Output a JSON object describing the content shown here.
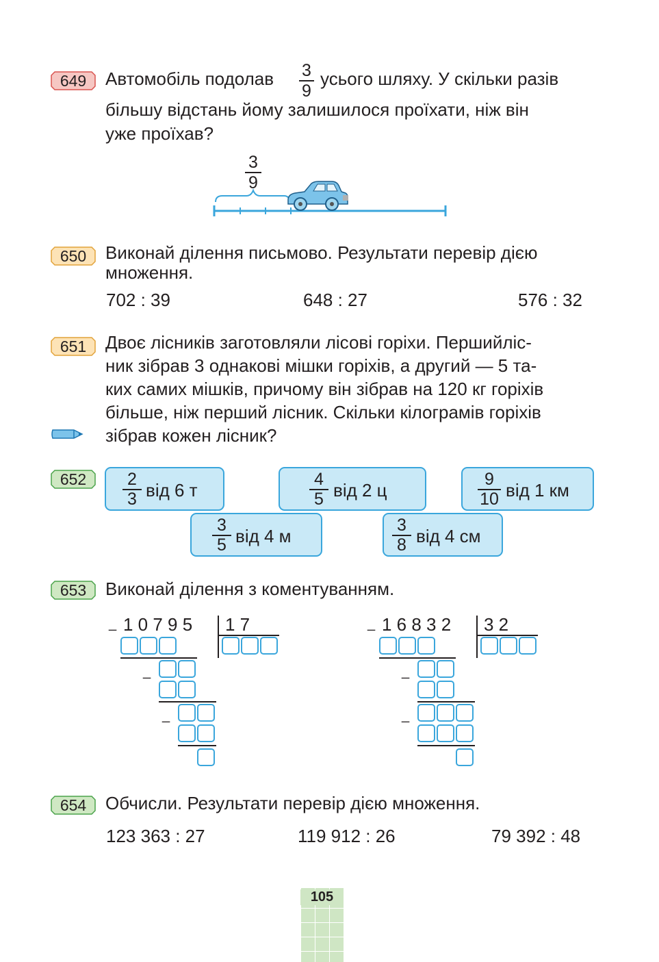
{
  "problems": {
    "p649": {
      "number": "649",
      "line1_a": "Автомобіль подолав",
      "frac_num": "3",
      "frac_den": "9",
      "line1_b": "усього шляху. У скільки разів",
      "line2": "більшу відстань йому залишилося проїхати, ніж він",
      "line3": "уже проїхав?",
      "diagram_num": "3",
      "diagram_den": "9"
    },
    "p650": {
      "number": "650",
      "line1": "Виконай ділення письмово. Результати перевір дією",
      "line2": "множення.",
      "ex1": "702 : 39",
      "ex2": "648 : 27",
      "ex3": "576 : 32"
    },
    "p651": {
      "number": "651",
      "line1": "Двоє лісників заготовляли лісові горіхи. Першийліс-",
      "line2": "ник зібрав 3 однакові мішки горіхів, а другий — 5 та-",
      "line3": "ких самих мішків, причому він зібрав на 120 кг горіхів",
      "line4": "більше, ніж перший лісник. Скільки кілограмів горіхів",
      "line5": "зібрав кожен лісник?"
    },
    "p652": {
      "number": "652",
      "items": [
        {
          "num": "2",
          "den": "3",
          "text": "від 6 т"
        },
        {
          "num": "4",
          "den": "5",
          "text": "від 2 ц"
        },
        {
          "num": "9",
          "den": "10",
          "text": "від 1 км"
        },
        {
          "num": "3",
          "den": "5",
          "text": "від 4 м"
        },
        {
          "num": "3",
          "den": "8",
          "text": "від 4 см"
        }
      ]
    },
    "p653": {
      "number": "653",
      "line1": "Виконай ділення з коментуванням.",
      "div1": {
        "dividend": "1 0 7 9 5",
        "divisor": "1 7"
      },
      "div2": {
        "dividend": "1 6 8 3 2",
        "divisor": "3 2"
      },
      "minus": "_"
    },
    "p654": {
      "number": "654",
      "line1": "Обчисли. Результати перевір дією множення.",
      "ex1": "123 363 : 27",
      "ex2": "119 912 : 26",
      "ex3": "79 392 : 48"
    }
  },
  "page_number": "105",
  "colors": {
    "badge_red": "#f6c7c3",
    "badge_orange": "#fde3b6",
    "badge_green": "#cfe8c3",
    "box_fill": "#c9e9f7",
    "box_border": "#3aa6dc",
    "page_tab": "#cfe6c4"
  }
}
